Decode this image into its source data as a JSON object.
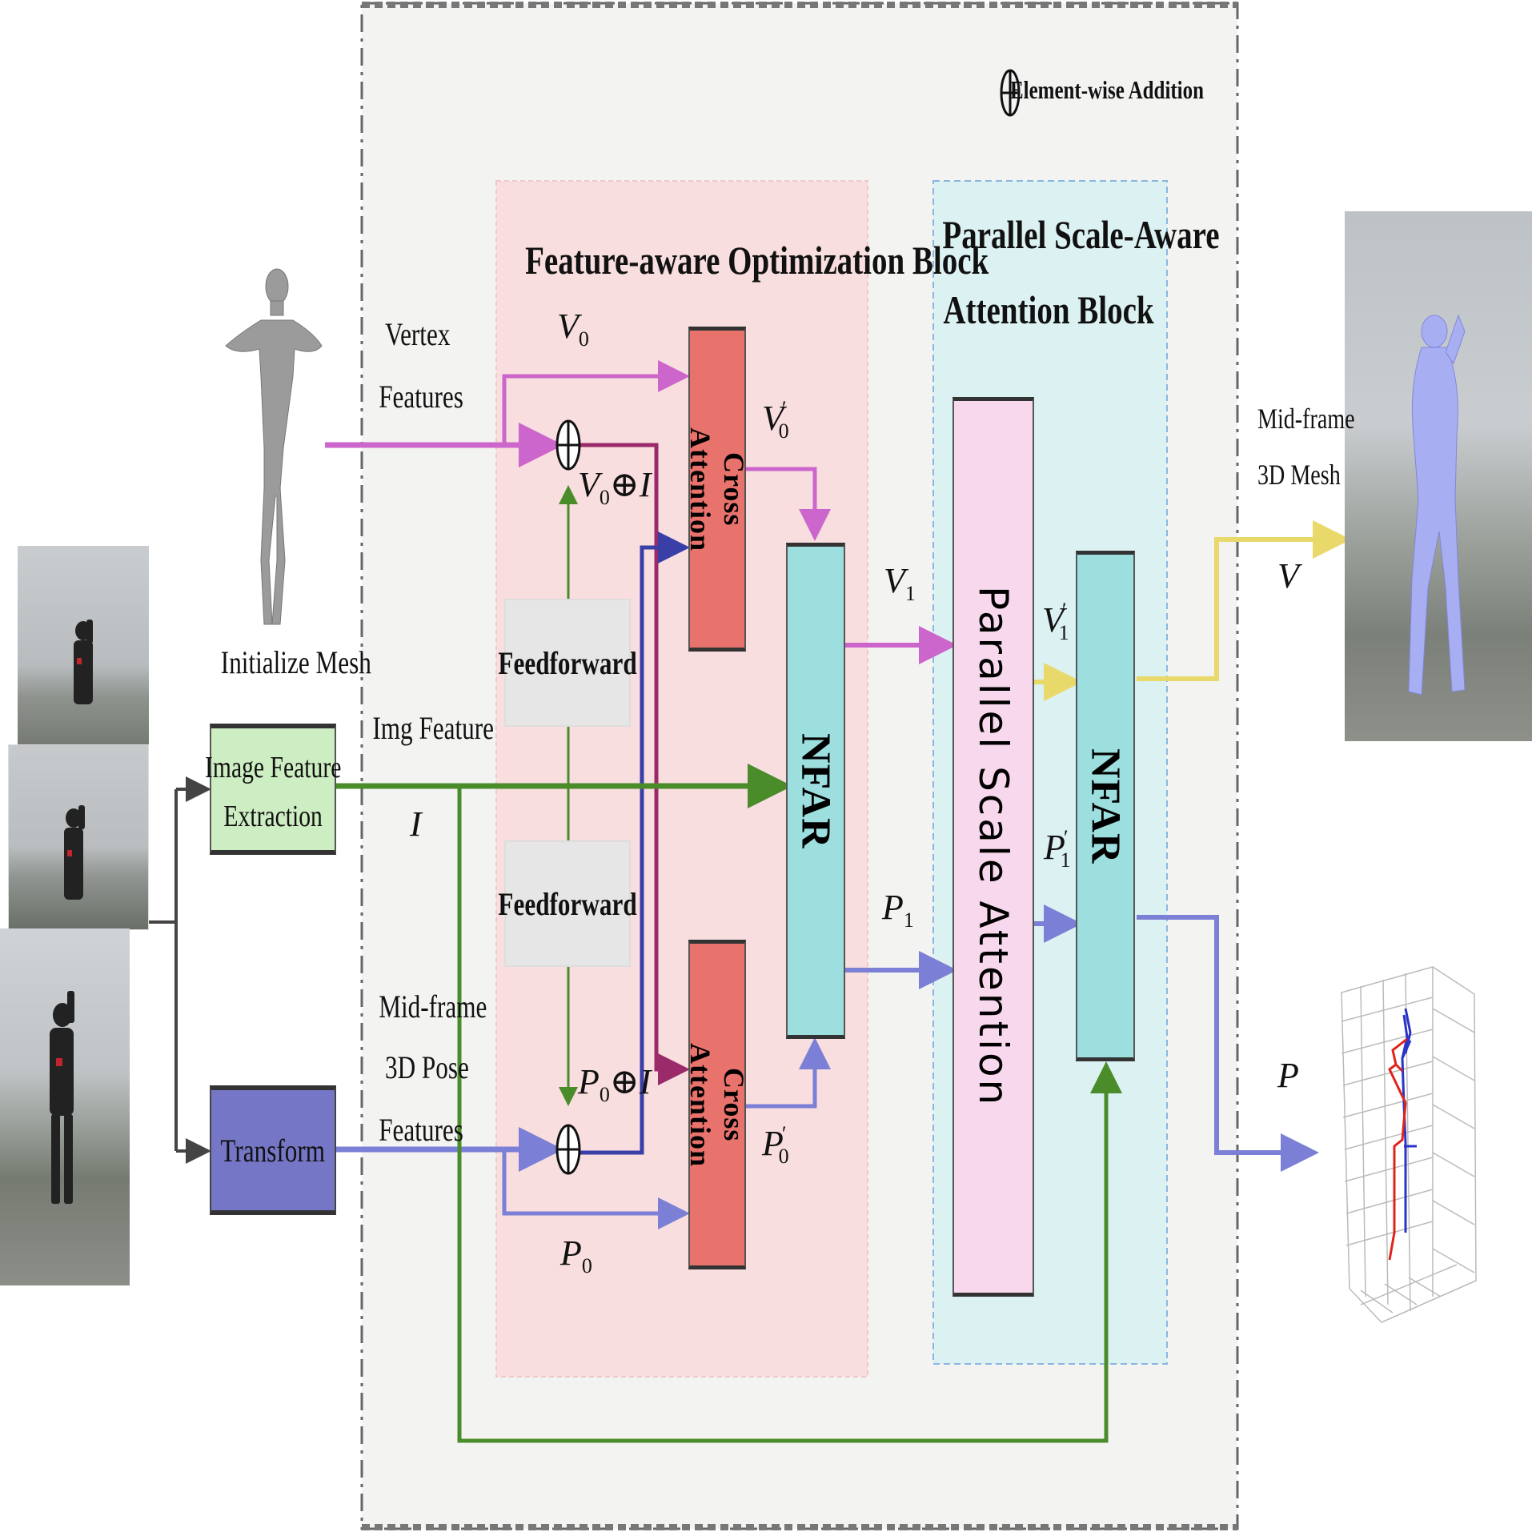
{
  "legend": {
    "symbol": "⊕",
    "text": "Element-wise Addition"
  },
  "blocks": {
    "feature_aware_title": "Feature-aware Optimization Block",
    "parallel_title_line1": "Parallel Scale-Aware",
    "parallel_title_line2": "Attention Block"
  },
  "boxes": {
    "image_feature_line1": "Image Feature",
    "image_feature_line2": "Extraction",
    "transform": "Transform",
    "feedforward_top": "Feedforward",
    "feedforward_bottom": "Feedforward",
    "cross_attention_top_line1": "Cross",
    "cross_attention_top_line2": "Attention",
    "cross_attention_bottom_line1": "Cross",
    "cross_attention_bottom_line2": "Attention",
    "nfar_left": "NFAR",
    "nfar_right": "NFAR",
    "parallel_scale_attention": "Parallel Scale Attention"
  },
  "labels": {
    "initialize_mesh": "Initialize  Mesh",
    "vertex_features_line1": "Vertex",
    "vertex_features_line2": "Features",
    "img_feature": "Img Feature",
    "pose_features_line1": "Mid-frame",
    "pose_features_line2": "3D Pose",
    "pose_features_line3": "Features",
    "mesh_out_line1": "Mid-frame",
    "mesh_out_line2": "3D Mesh"
  },
  "math": {
    "V0": {
      "base": "V",
      "sub": "0",
      "sup": ""
    },
    "V0_prime": {
      "base": "V",
      "sub": "0",
      "sup": "′"
    },
    "V0_plus_I": {
      "base": "V",
      "sub": "0",
      "op": "⊕",
      "tail": "I"
    },
    "P0_plus_I": {
      "base": "P",
      "sub": "0",
      "op": "⊕",
      "tail": "I"
    },
    "P0_prime": {
      "base": "P",
      "sub": "0",
      "sup": "′"
    },
    "P0": {
      "base": "P",
      "sub": "0",
      "sup": ""
    },
    "V1": {
      "base": "V",
      "sub": "1",
      "sup": ""
    },
    "P1": {
      "base": "P",
      "sub": "1",
      "sup": ""
    },
    "V1_prime": {
      "base": "V",
      "sub": "1",
      "sup": "′"
    },
    "P1_prime": {
      "base": "P",
      "sub": "1",
      "sup": "′"
    },
    "I": "I",
    "V_out": "V",
    "P_out": "P"
  },
  "colors": {
    "vertex_flow": "#cc66cc",
    "pose_flow": "#7b7fd6",
    "image_flow": "#4a8c2a",
    "mesh_output_flow": "#e8d96a",
    "dark_blue_flow": "#3a3fa8",
    "dark_magenta_flow": "#9b2a6a",
    "feature_block_bg": "#f8dede",
    "parallel_block_bg": "#dcf1f2",
    "outer_block_bg": "#f3f3f2",
    "cross_attention": "#e8726c",
    "nfar": "#9ddfdf",
    "parallel_attention": "#f8d8ec",
    "image_feature_box": "#cdeec2",
    "transform_box": "#7577c6",
    "feedforward_box": "#e6e6e6"
  }
}
